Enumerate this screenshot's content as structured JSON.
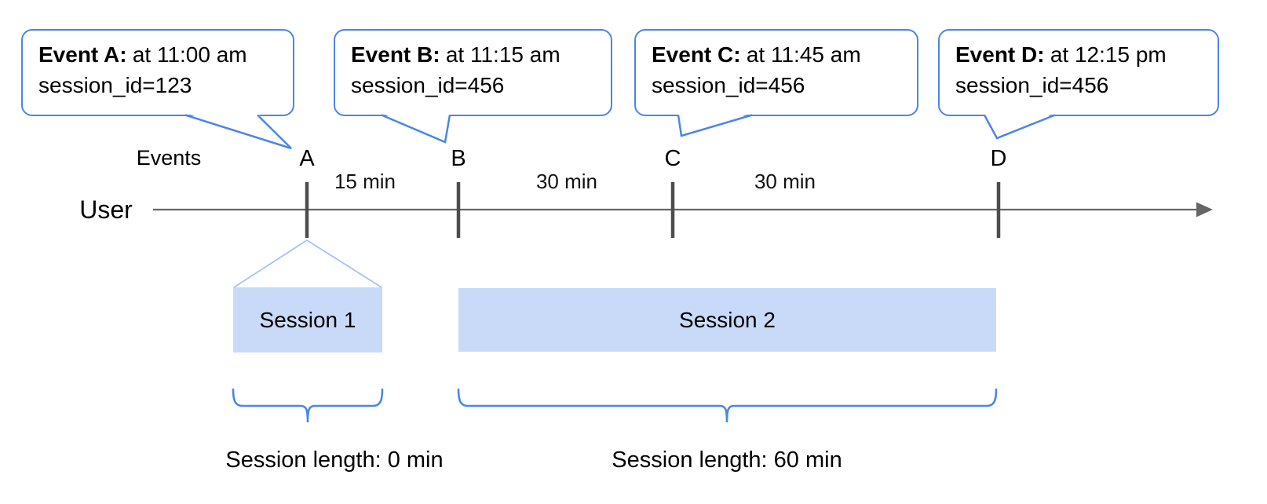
{
  "bubbles": [
    {
      "title": "Event A:",
      "detail": "at 11:00 am",
      "session_line": "session_id=123"
    },
    {
      "title": "Event B:",
      "detail": "at 11:15 am",
      "session_line": "session_id=456"
    },
    {
      "title": "Event C:",
      "detail": "at 11:45 am",
      "session_line": "session_id=456"
    },
    {
      "title": "Event D:",
      "detail": "at 12:15 pm",
      "session_line": "session_id=456"
    }
  ],
  "timeline": {
    "events_label": "Events",
    "user_label": "User",
    "event_letters": [
      "A",
      "B",
      "C",
      "D"
    ],
    "interval_labels": [
      "15 min",
      "30 min",
      "30 min"
    ]
  },
  "sessions": [
    {
      "label": "Session 1",
      "length_label": "Session length: 0 min"
    },
    {
      "label": "Session 2",
      "length_label": "Session length: 60 min"
    }
  ],
  "colors": {
    "bubble_border": "#4a86e8",
    "brace": "#4a86e8",
    "session_fill": "#c9daf8",
    "funnel_line": "#a4c2f4",
    "timeline_line": "#666666",
    "tick": "#4d4d4d",
    "text": "#000000"
  }
}
